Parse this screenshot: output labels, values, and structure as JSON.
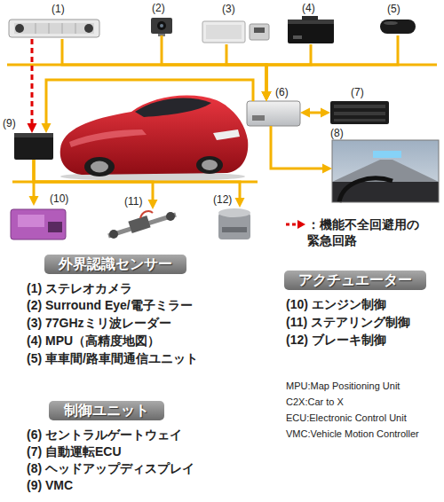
{
  "diagram": {
    "nodes": [
      {
        "text": [
          "(1)"
        ]
      },
      {
        "text": [
          "(2)"
        ]
      },
      {
        "text": [
          "(3)"
        ]
      },
      {
        "text": [
          "(4)"
        ]
      },
      {
        "text": [
          "(5)"
        ]
      },
      {
        "text": [
          "(6)"
        ]
      },
      {
        "text": [
          "(7)"
        ]
      },
      {
        "text": [
          "(8)"
        ]
      },
      {
        "text": [
          "(9)"
        ]
      },
      {
        "text": [
          "(10)"
        ]
      },
      {
        "text": [
          "(11)"
        ]
      },
      {
        "text": [
          "(12)"
        ]
      },
      {
        "text": [
          "外界認識センサー"
        ]
      },
      {
        "text": [
          "アクチュエーター"
        ]
      },
      {
        "text": [
          "制御ユニット"
        ]
      }
    ],
    "edges": [
      {
        "from": 0,
        "to": 5,
        "arrow": "to"
      },
      {
        "from": 1,
        "to": 5,
        "arrow": "to"
      },
      {
        "from": 2,
        "to": 5,
        "arrow": "to"
      },
      {
        "from": 3,
        "to": 5,
        "arrow": "to"
      },
      {
        "from": 4,
        "to": 5,
        "arrow": "to"
      },
      {
        "from": 5,
        "to": 6,
        "arrow": "both"
      },
      {
        "from": 5,
        "to": 7,
        "arrow": "to"
      },
      {
        "from": 5,
        "to": 8,
        "arrow": "to"
      },
      {
        "from": 0,
        "to": 8,
        "arrow": "to"
      },
      {
        "from": 8,
        "to": 9,
        "arrow": "to"
      },
      {
        "from": 8,
        "to": 10,
        "arrow": "to"
      },
      {
        "from": 8,
        "to": 11,
        "arrow": "to"
      }
    ],
    "labels": [
      "(1) ステレオカメラ",
      "(2) Surround Eye/電子ミラー",
      "(3) 77GHzミリ波レーダー",
      "(4) MPU（高精度地図）",
      "(5) 車車間/路車間通信ユニット",
      "(10) エンジン制御",
      "(11) ステアリング制御",
      "(12) ブレーキ制御",
      "(6) セントラルゲートウェイ",
      "(7) 自動運転ECU",
      "(8) ヘッドアップディスプレイ",
      "(9) VMC",
      "MPU:Map Positioning Unit",
      "C2X:Car to X",
      "ECU:Electronic Control Unit",
      "VMC:Vehicle Motion Controller"
    ],
    "legend": [
      {
        "text": "：機能不全回避用の 緊急回路"
      }
    ]
  }
}
